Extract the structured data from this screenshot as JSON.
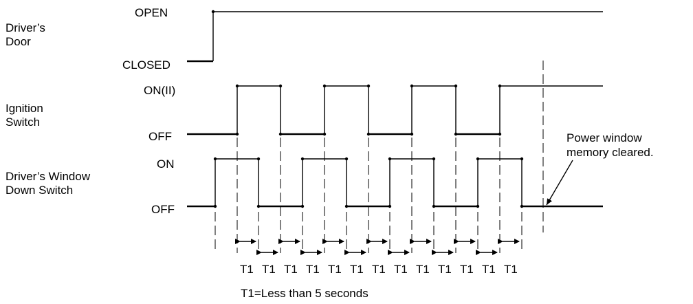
{
  "signals": {
    "door": {
      "name_line1": "Driver’s",
      "name_line2": "Door",
      "high_label": "OPEN",
      "low_label": "CLOSED"
    },
    "ignition": {
      "name_line1": "Ignition",
      "name_line2": "Switch",
      "high_label": "ON(II)",
      "low_label": "OFF"
    },
    "window": {
      "name_line1": "Driver’s Window",
      "name_line2": "Down Switch",
      "high_label": "ON",
      "low_label": "OFF"
    }
  },
  "annotation": {
    "line1": "Power window",
    "line2": "memory cleared."
  },
  "intervals": {
    "label": "T1",
    "count": 13,
    "note": "T1=Less than 5 seconds"
  }
}
